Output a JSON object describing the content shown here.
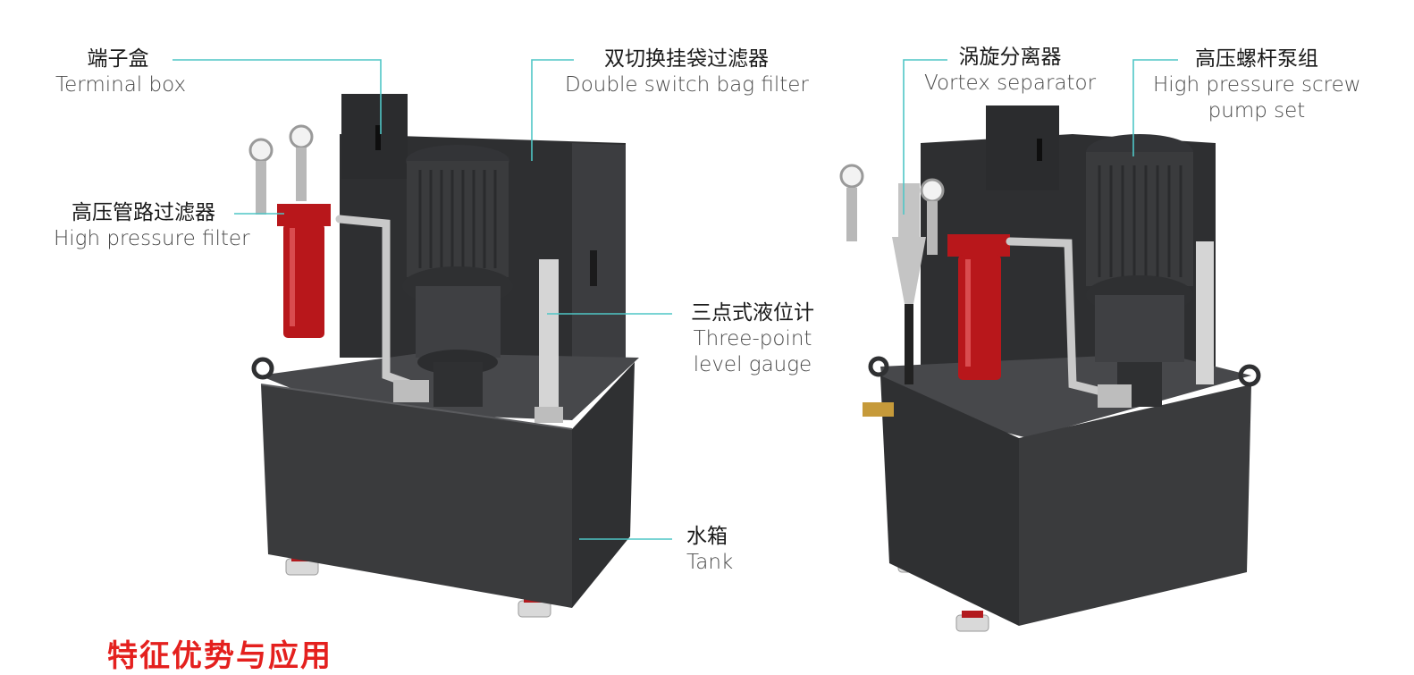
{
  "labels": {
    "terminal_box": {
      "zh": "端子盒",
      "en": "Terminal box"
    },
    "bag_filter": {
      "zh": "双切换挂袋过滤器",
      "en": "Double switch bag filter"
    },
    "hp_filter": {
      "zh": "高压管路过滤器",
      "en": "High pressure filter"
    },
    "level_gauge": {
      "zh": "三点式液位计",
      "en1": "Three-point",
      "en2": "level gauge"
    },
    "tank": {
      "zh": "水箱",
      "en": "Tank"
    },
    "vortex": {
      "zh": "涡旋分离器",
      "en": "Vortex separator"
    },
    "screw_pump": {
      "zh": "高压螺杆泵组",
      "en1": "High pressure screw",
      "en2": "pump set"
    }
  },
  "footer_title": "特征优势与应用",
  "colors": {
    "leader": "#4fc6c6",
    "body": "#3a3b3d",
    "red": "#b8171b",
    "accent": "#e4201e"
  }
}
